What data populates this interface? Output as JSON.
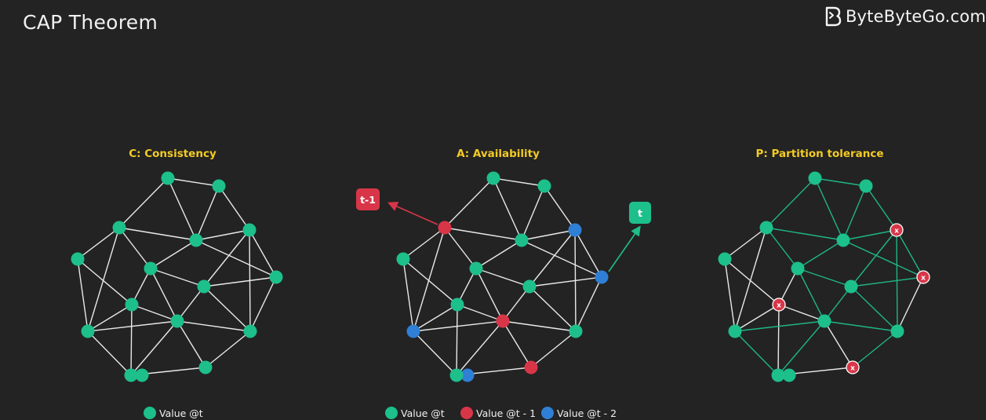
{
  "title": "CAP Theorem",
  "brand": "ByteByteGo.com",
  "colors": {
    "background": "#232323",
    "title_yellow": "#f3cb24",
    "green": "#1dbf8b",
    "red": "#d83648",
    "blue": "#2f7fd6",
    "edge_white": "#e9e9e9",
    "edge_green": "#1fb685"
  },
  "panels": [
    {
      "id": "consistency",
      "title": "C: Consistency",
      "edge_style": "white",
      "nodes": [
        {
          "state": "current"
        },
        {
          "state": "current"
        },
        {
          "state": "current"
        },
        {
          "state": "current"
        },
        {
          "state": "current"
        },
        {
          "state": "current"
        },
        {
          "state": "current"
        },
        {
          "state": "current"
        },
        {
          "state": "current"
        },
        {
          "state": "current"
        },
        {
          "state": "current"
        },
        {
          "state": "current"
        },
        {
          "state": "current"
        },
        {
          "state": "current"
        },
        {
          "state": "current"
        },
        {
          "state": "current"
        }
      ],
      "legend": [
        {
          "state": "current",
          "label": "Value @t"
        }
      ]
    },
    {
      "id": "availability",
      "title": "A: Availability",
      "edge_style": "white",
      "nodes": [
        {
          "state": "current"
        },
        {
          "state": "current"
        },
        {
          "state": "previous"
        },
        {
          "state": "current"
        },
        {
          "state": "older"
        },
        {
          "state": "current"
        },
        {
          "state": "current"
        },
        {
          "state": "older"
        },
        {
          "state": "current"
        },
        {
          "state": "current"
        },
        {
          "state": "previous"
        },
        {
          "state": "older"
        },
        {
          "state": "current"
        },
        {
          "state": "older"
        },
        {
          "state": "previous"
        },
        {
          "state": "current"
        }
      ],
      "legend": [
        {
          "state": "current",
          "label": "Value @t"
        },
        {
          "state": "previous",
          "label": "Value @t - 1"
        },
        {
          "state": "older",
          "label": "Value @t - 2"
        }
      ],
      "callouts": [
        {
          "label": "t-1",
          "state": "previous"
        },
        {
          "label": "t",
          "state": "current"
        }
      ]
    },
    {
      "id": "partition",
      "title": "P: Partition tolerance",
      "edge_style": "mixed",
      "failed_marker": "x",
      "nodes": [
        {
          "state": "current"
        },
        {
          "state": "current"
        },
        {
          "state": "current"
        },
        {
          "state": "current"
        },
        {
          "state": "failed"
        },
        {
          "state": "current"
        },
        {
          "state": "current"
        },
        {
          "state": "failed"
        },
        {
          "state": "current"
        },
        {
          "state": "failed"
        },
        {
          "state": "current"
        },
        {
          "state": "current"
        },
        {
          "state": "current"
        },
        {
          "state": "current"
        },
        {
          "state": "failed"
        },
        {
          "state": "current"
        }
      ]
    }
  ]
}
